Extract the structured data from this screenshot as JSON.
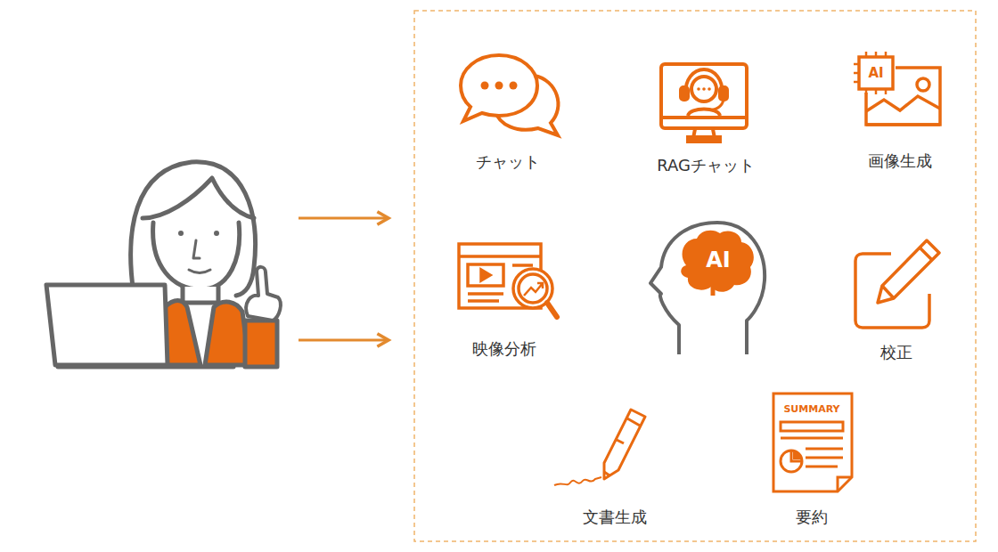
{
  "diagram": {
    "labels": [
      "チャット",
      "RAGチャット",
      "AI",
      "画像生成",
      "映像分析",
      "AI",
      "校正",
      "文書生成",
      "SUMMARY",
      "要約"
    ]
  }
}
